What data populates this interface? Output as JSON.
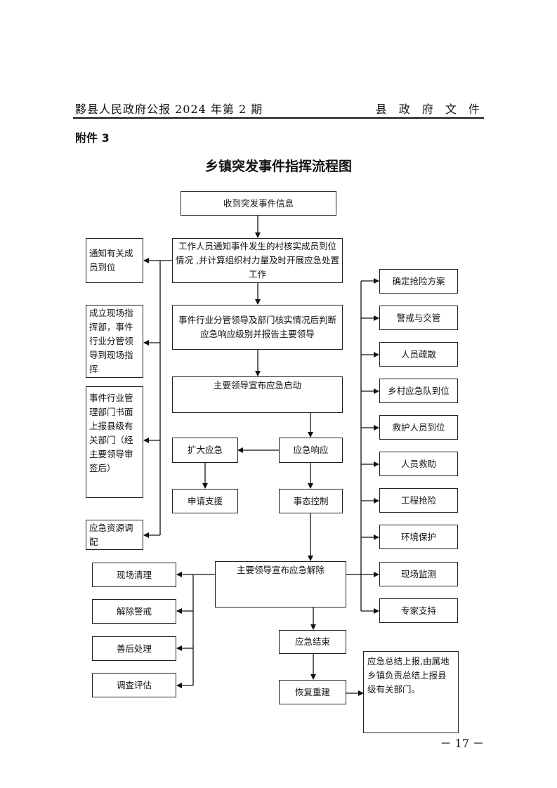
{
  "header": {
    "publication": "黟县人民政府公报 2024 年第 2 期",
    "category": "县 政 府 文 件"
  },
  "attachment_label": "附件 3",
  "title": "乡镇突发事件指挥流程图",
  "page_number": "－ 17 －",
  "nodes": {
    "receive_info": "收到突发事件信息",
    "notify_village": "工作人员通知事件发生的村核实成员到位情况 ,并计算组织村力量及时开展应急处置工作",
    "verify_level": "事件行业分管领导及部门核实情况后判断应急响应级别并报告主要领导",
    "announce_start": "主要领导宣布应急启动",
    "expand_response": "扩大应急",
    "emergency_response": "应急响应",
    "request_support": "申请支援",
    "situation_control": "事态控制",
    "announce_end": "主要领导宣布应急解除",
    "emergency_end": "应急结束",
    "restore_rebuild": "恢复重建",
    "summary_report": "应急总结上报,由属地乡镇负责总结上报县级有关部门。",
    "notify_members": "通知有关成员到位",
    "field_command": "成立现场指挥部，事件行业分管领导到现场指挥",
    "written_report": "事件行业管理部门书面上报县级有关部门（经主要领导审签后）",
    "resource_allocation": "应急资源调配",
    "site_cleanup": "现场清理",
    "lift_cordon": "解除警戒",
    "aftermath": "善后处理",
    "investigation": "调查评估",
    "rescue_plan": "确定抢险方案",
    "cordon_traffic": "警戒与交管",
    "evacuation": "人员疏散",
    "village_team": "乡村应急队到位",
    "rescuers_arrive": "救护人员到位",
    "personnel_rescue": "人员救助",
    "engineering_rescue": "工程抢险",
    "environment": "环境保护",
    "site_monitoring": "现场监测",
    "expert_support": "专家支持"
  }
}
